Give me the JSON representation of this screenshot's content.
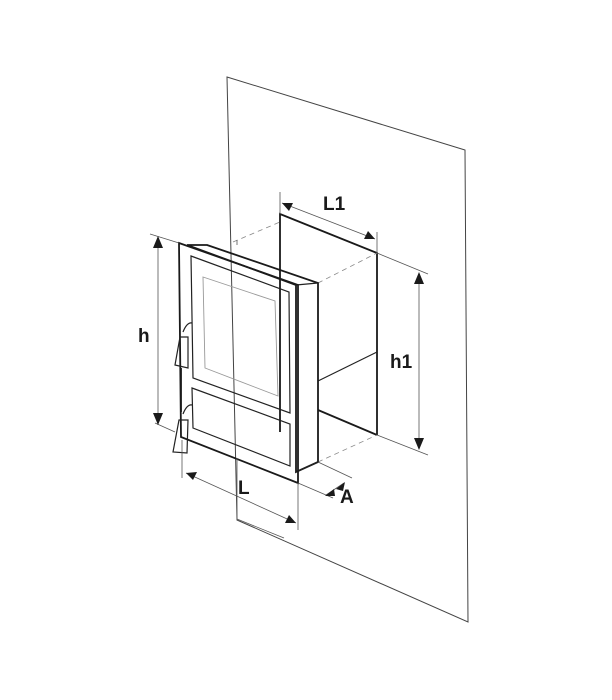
{
  "diagram": {
    "type": "technical-dimension-drawing",
    "subject": "wall-mounted fireplace insert with door",
    "labels": {
      "frame_length": "L1",
      "frame_height": "h1",
      "door_height": "h",
      "door_length": "L",
      "depth_offset": "A"
    },
    "colors": {
      "line": "#1a1a1a",
      "background": "#ffffff"
    }
  }
}
